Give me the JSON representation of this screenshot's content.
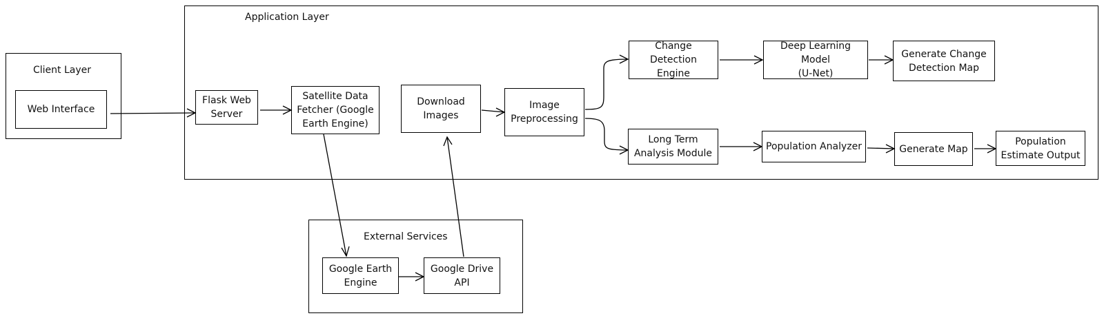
{
  "containers": {
    "client": "Client Layer",
    "application": "Application Layer",
    "external": "External Services"
  },
  "nodes": {
    "web_interface": "Web Interface",
    "flask": "Flask Web\nServer",
    "fetcher": "Satellite Data\nFetcher (Google\nEarth Engine)",
    "download": "Download\nImages",
    "preprocessing": "Image\nPreprocessing",
    "change_detection": "Change Detection\nEngine",
    "dl_model": "Deep Learning Model\n(U-Net)",
    "change_map": "Generate Change\nDetection Map",
    "long_term": "Long Term\nAnalysis Module",
    "population_analyzer": "Population Analyzer",
    "generate_map": "Generate Map",
    "population_output": "Population\nEstimate Output",
    "gee": "Google Earth\nEngine",
    "gdrive": "Google Drive\nAPI"
  },
  "edges": [
    {
      "from": "web_interface",
      "to": "flask"
    },
    {
      "from": "flask",
      "to": "fetcher"
    },
    {
      "from": "fetcher",
      "to": "gee"
    },
    {
      "from": "gee",
      "to": "gdrive"
    },
    {
      "from": "gdrive",
      "to": "download"
    },
    {
      "from": "download",
      "to": "preprocessing"
    },
    {
      "from": "preprocessing",
      "to": "change_detection"
    },
    {
      "from": "change_detection",
      "to": "dl_model"
    },
    {
      "from": "dl_model",
      "to": "change_map"
    },
    {
      "from": "preprocessing",
      "to": "long_term"
    },
    {
      "from": "long_term",
      "to": "population_analyzer"
    },
    {
      "from": "population_analyzer",
      "to": "generate_map"
    },
    {
      "from": "generate_map",
      "to": "population_output"
    }
  ]
}
